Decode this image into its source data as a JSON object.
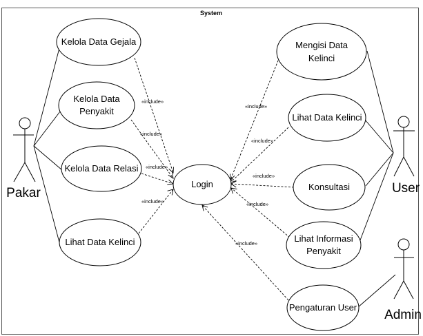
{
  "system": {
    "title": "System"
  },
  "actors": {
    "pakar": "Pakar",
    "user": "User",
    "admin": "Admin"
  },
  "usecases": {
    "kelola_gejala": [
      "Kelola Data Gejala"
    ],
    "kelola_penyakit": [
      "Kelola Data",
      "Penyakit"
    ],
    "kelola_relasi": [
      "Kelola Data Relasi"
    ],
    "lihat_kelinci_pakar": [
      "Lihat Data Kelinci"
    ],
    "login": [
      "Login"
    ],
    "mengisi_kelinci": [
      "Mengisi Data",
      "Kelinci"
    ],
    "lihat_kelinci_user": [
      "Lihat Data Kelinci"
    ],
    "konsultasi": [
      "Konsultasi"
    ],
    "lihat_informasi": [
      "Lihat Informasi",
      "Penyakit"
    ],
    "pengaturan_user": [
      "Pengaturan User"
    ]
  },
  "include_label": "«include»"
}
